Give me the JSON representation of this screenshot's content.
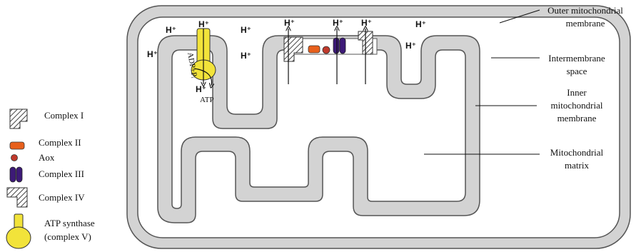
{
  "labels": {
    "outer_membrane": [
      "Outer mitochondrial",
      "membrane"
    ],
    "intermembrane_space": [
      "Intermembrane",
      "space"
    ],
    "inner_membrane": [
      "Inner",
      "mitochondrial",
      "membrane"
    ],
    "matrix": [
      "Mitochondrial",
      "matrix"
    ]
  },
  "ions": {
    "proton_symbol": "H⁺",
    "atp_substrate": "ADP+Pᵢ",
    "atp_product": "ATP"
  },
  "legend": {
    "complex1": "Complex I",
    "complex2": "Complex II",
    "aox": "Aox",
    "complex3": "Complex III",
    "complex4": "Complex IV",
    "atp_synthase": [
      "ATP synthase",
      "(complex V)"
    ]
  },
  "colors": {
    "membrane_fill": "#d3d3d3",
    "membrane_stroke": "#555555",
    "complex2_fill": "#e8601c",
    "aox_fill": "#c0392b",
    "complex3_fill": "#3d1a78",
    "atp_synthase_fill": "#f2e33a",
    "hatch": "#444444"
  }
}
